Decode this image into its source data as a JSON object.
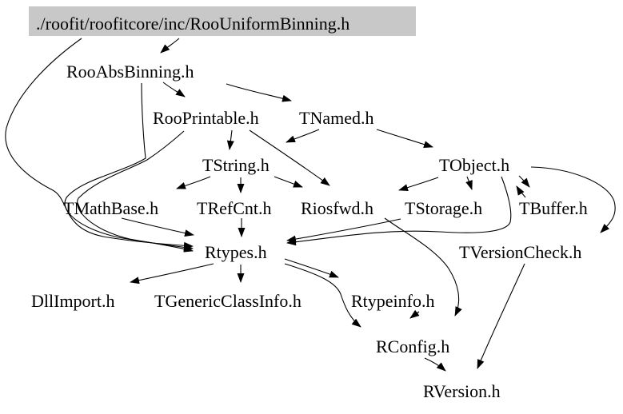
{
  "graph": {
    "type": "include-dependency-graph",
    "background_color": "#ffffff",
    "edge_color": "#000000",
    "title_node": {
      "label": "./roofit/roofitcore/inc/RooUniformBinning.h",
      "highlight_color": "#c8c8c8"
    },
    "nodes": [
      {
        "label": "RooAbsBinning.h"
      },
      {
        "label": "RooPrintable.h"
      },
      {
        "label": "TNamed.h"
      },
      {
        "label": "TString.h"
      },
      {
        "label": "TObject.h"
      },
      {
        "label": "TMathBase.h"
      },
      {
        "label": "TRefCnt.h"
      },
      {
        "label": "Riosfwd.h"
      },
      {
        "label": "TStorage.h"
      },
      {
        "label": "TBuffer.h"
      },
      {
        "label": "Rtypes.h"
      },
      {
        "label": "TVersionCheck.h"
      },
      {
        "label": "DllImport.h"
      },
      {
        "label": "TGenericClassInfo.h"
      },
      {
        "label": "Rtypeinfo.h"
      },
      {
        "label": "RConfig.h"
      },
      {
        "label": "RVersion.h"
      }
    ],
    "edges": [
      {
        "from": "./roofit/roofitcore/inc/RooUniformBinning.h",
        "to": "RooAbsBinning.h"
      },
      {
        "from": "./roofit/roofitcore/inc/RooUniformBinning.h",
        "to": "Rtypes.h"
      },
      {
        "from": "RooAbsBinning.h",
        "to": "RooPrintable.h"
      },
      {
        "from": "RooAbsBinning.h",
        "to": "TNamed.h"
      },
      {
        "from": "RooAbsBinning.h",
        "to": "Rtypes.h"
      },
      {
        "from": "RooPrintable.h",
        "to": "TString.h"
      },
      {
        "from": "RooPrintable.h",
        "to": "Riosfwd.h"
      },
      {
        "from": "RooPrintable.h",
        "to": "Rtypes.h"
      },
      {
        "from": "TNamed.h",
        "to": "TString.h"
      },
      {
        "from": "TNamed.h",
        "to": "TObject.h"
      },
      {
        "from": "TString.h",
        "to": "TMathBase.h"
      },
      {
        "from": "TString.h",
        "to": "TRefCnt.h"
      },
      {
        "from": "TString.h",
        "to": "Riosfwd.h"
      },
      {
        "from": "TMathBase.h",
        "to": "Rtypes.h"
      },
      {
        "from": "TRefCnt.h",
        "to": "Rtypes.h"
      },
      {
        "from": "TObject.h",
        "to": "Riosfwd.h"
      },
      {
        "from": "TObject.h",
        "to": "TStorage.h"
      },
      {
        "from": "TObject.h",
        "to": "TBuffer.h"
      },
      {
        "from": "TBuffer.h",
        "to": "TObject.h"
      },
      {
        "from": "TObject.h",
        "to": "Rtypes.h"
      },
      {
        "from": "TObject.h",
        "to": "TVersionCheck.h"
      },
      {
        "from": "TStorage.h",
        "to": "Rtypes.h"
      },
      {
        "from": "Riosfwd.h",
        "to": "RConfig.h"
      },
      {
        "from": "Rtypes.h",
        "to": "DllImport.h"
      },
      {
        "from": "Rtypes.h",
        "to": "TGenericClassInfo.h"
      },
      {
        "from": "Rtypes.h",
        "to": "Rtypeinfo.h"
      },
      {
        "from": "Rtypes.h",
        "to": "RConfig.h"
      },
      {
        "from": "Rtypeinfo.h",
        "to": "RConfig.h"
      },
      {
        "from": "RConfig.h",
        "to": "RVersion.h"
      },
      {
        "from": "TVersionCheck.h",
        "to": "RVersion.h"
      }
    ]
  }
}
